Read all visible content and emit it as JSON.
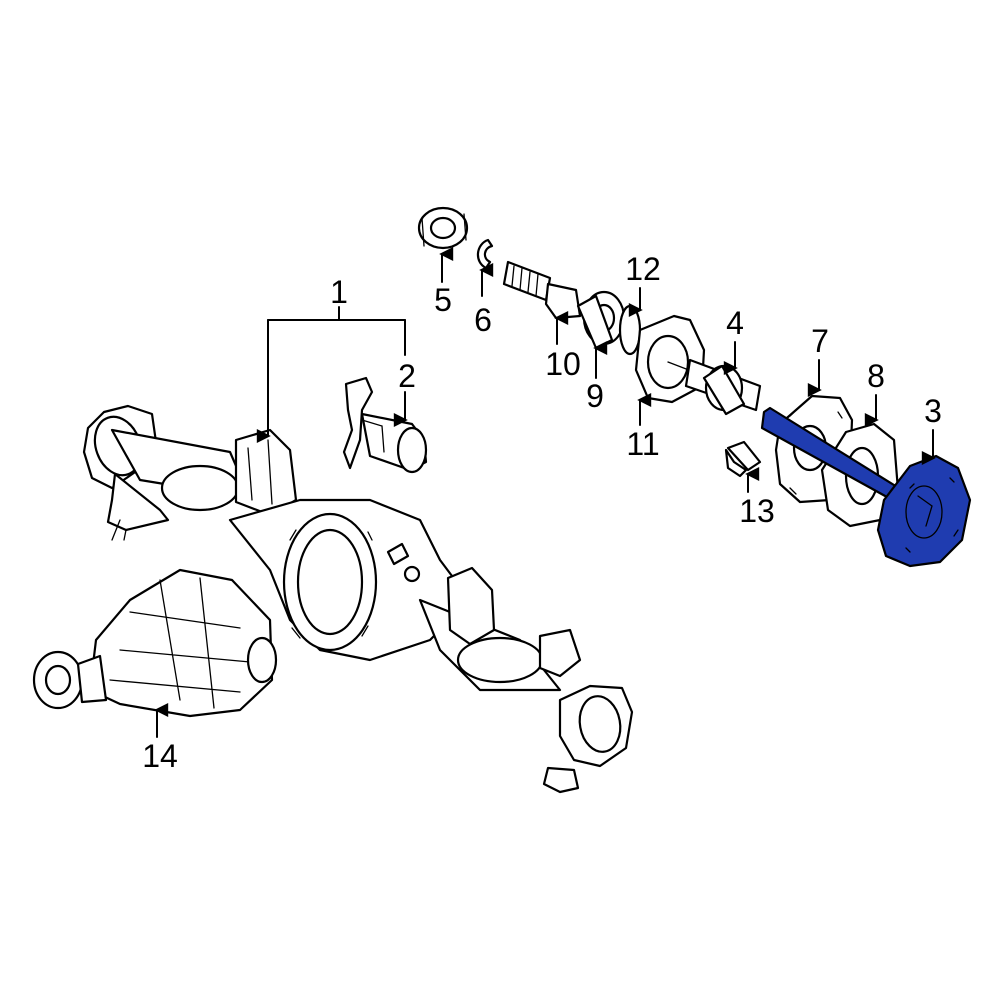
{
  "colors": {
    "background": "#ffffff",
    "line": "#000000",
    "highlight": "#1f3cb0"
  },
  "callouts": {
    "c1": "1",
    "c2": "2",
    "c3": "3",
    "c4": "4",
    "c5": "5",
    "c6": "6",
    "c7": "7",
    "c8": "8",
    "c9": "9",
    "c10": "10",
    "c11": "11",
    "c12": "12",
    "c13": "13",
    "c14": "14"
  }
}
